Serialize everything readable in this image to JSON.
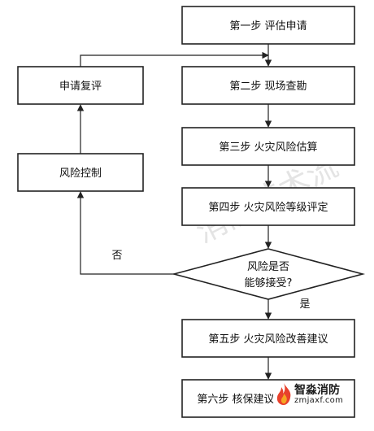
{
  "diagram": {
    "steps": [
      {
        "id": "step1",
        "label": "第一步  评估申请"
      },
      {
        "id": "step2",
        "label": "第二步  现场查勘"
      },
      {
        "id": "step3",
        "label": "第三步  火灾风险估算"
      },
      {
        "id": "step4",
        "label": "第四步  火灾风险等级评定"
      },
      {
        "id": "step5",
        "label": "第五步  火灾风险改善建议"
      },
      {
        "id": "step6",
        "label": "第六步  核保建议"
      }
    ],
    "decision": {
      "line1": "风险是否",
      "line2": "能够接受?"
    },
    "loop": {
      "review": "申请复评",
      "control": "风险控制"
    },
    "edge_labels": {
      "no": "否",
      "yes": "是"
    }
  },
  "watermark": {
    "text": "消防技术流"
  },
  "logo": {
    "name": "智淼消防",
    "url": "zmjaxf.com",
    "icon": "flame-logo-icon",
    "colors": [
      "#e8412c",
      "#f5a623"
    ]
  }
}
